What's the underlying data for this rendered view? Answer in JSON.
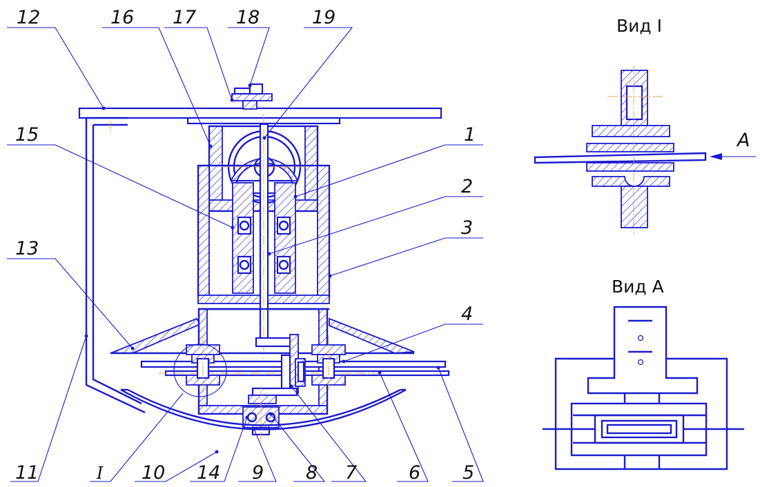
{
  "main_view": {
    "callouts": [
      {
        "id": "c12",
        "label": "12"
      },
      {
        "id": "c16",
        "label": "16"
      },
      {
        "id": "c17",
        "label": "17"
      },
      {
        "id": "c18",
        "label": "18"
      },
      {
        "id": "c19",
        "label": "19"
      },
      {
        "id": "c15",
        "label": "15"
      },
      {
        "id": "c1",
        "label": "1"
      },
      {
        "id": "c2",
        "label": "2"
      },
      {
        "id": "c3",
        "label": "3"
      },
      {
        "id": "c13",
        "label": "13"
      },
      {
        "id": "c4",
        "label": "4"
      },
      {
        "id": "c11",
        "label": "11"
      },
      {
        "id": "cI",
        "label": "I"
      },
      {
        "id": "c10",
        "label": "10"
      },
      {
        "id": "c14",
        "label": "14"
      },
      {
        "id": "c9",
        "label": "9"
      },
      {
        "id": "c8",
        "label": "8"
      },
      {
        "id": "c7",
        "label": "7"
      },
      {
        "id": "c6",
        "label": "6"
      },
      {
        "id": "c5",
        "label": "5"
      }
    ]
  },
  "view_i": {
    "title": "Вид I",
    "arrow_label": "A"
  },
  "view_a": {
    "title": "Вид А"
  },
  "colors": {
    "line": "#1a1ad0",
    "centerline": "#e6a050",
    "text": "#111111"
  }
}
